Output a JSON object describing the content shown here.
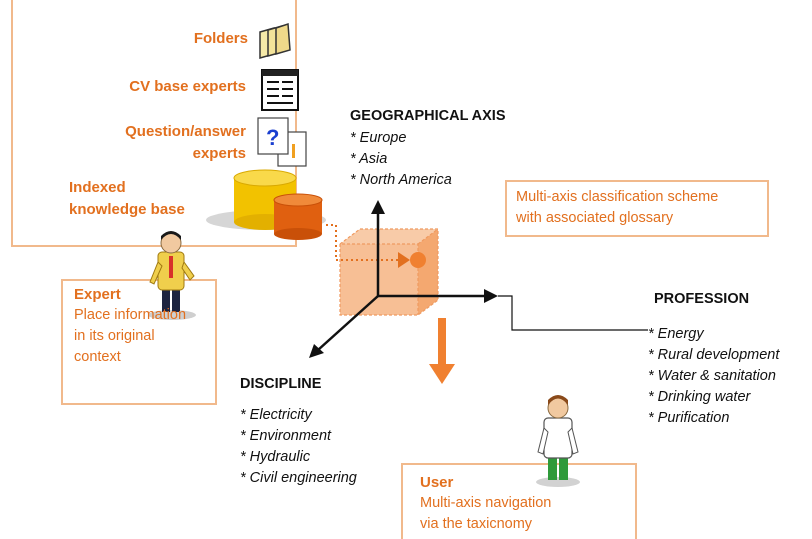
{
  "knowledge": {
    "folders_label": "Folders",
    "cv_label": "CV  base experts",
    "qa_label_1": "Question/answer",
    "qa_label_2": "experts",
    "kb_label_1": "Indexed",
    "kb_label_2": "knowledge base"
  },
  "expert": {
    "title": "Expert",
    "desc": [
      "Place information",
      "in its original",
      "context"
    ]
  },
  "geographical": {
    "title": "GEOGRAPHICAL AXIS",
    "items": [
      "* Europe",
      "* Asia",
      "* North America"
    ]
  },
  "scheme": {
    "lines": [
      "Multi-axis classification scheme",
      "with associated glossary"
    ]
  },
  "profession": {
    "title": "PROFESSION",
    "items": [
      "* Energy",
      "* Rural development",
      "* Water & sanitation",
      "* Drinking water",
      "* Purification"
    ]
  },
  "discipline": {
    "title": "DISCIPLINE",
    "items": [
      "* Electricity",
      "* Environment",
      "* Hydraulic",
      "* Civil engineering"
    ]
  },
  "user": {
    "title": "User",
    "desc": [
      "Multi-axis navigation",
      "via the taxicnomy"
    ]
  },
  "colors": {
    "accent": "#e2701f",
    "box_border": "#f1b98c",
    "cube": "#f6b88a"
  },
  "icons": [
    "folders-icon",
    "cv-document-icon",
    "question-answer-icon",
    "database-icon",
    "expert-figure-icon",
    "user-figure-icon"
  ]
}
